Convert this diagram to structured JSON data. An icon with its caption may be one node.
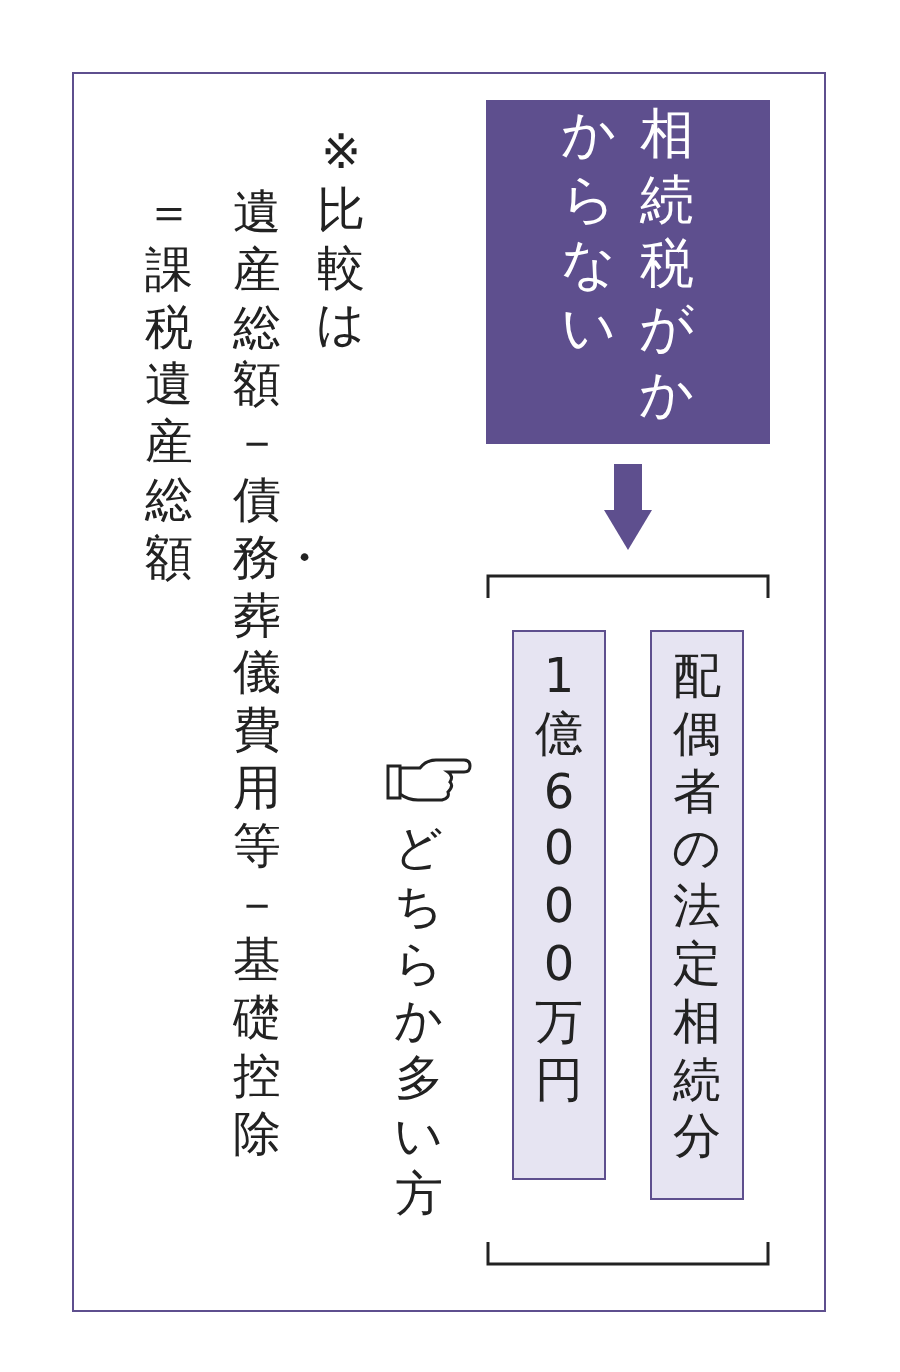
{
  "diagram": {
    "nodes": [
      {
        "text": [
          "相続税がかからない"
        ]
      },
      {
        "text": [],
        "shape": "bracket"
      },
      {
        "text": [
          "配偶者の法定相続分"
        ],
        "in": 1
      },
      {
        "text": [
          "1億6000万円"
        ],
        "in": 1
      }
    ],
    "edges": [
      {
        "from": 0,
        "to": 1,
        "arrow": "to"
      }
    ],
    "labels": [
      "どちらか多い方",
      "※比較は",
      "遺産総額－債務・葬儀費用等－基礎控除",
      "＝課税遺産総額"
    ]
  }
}
